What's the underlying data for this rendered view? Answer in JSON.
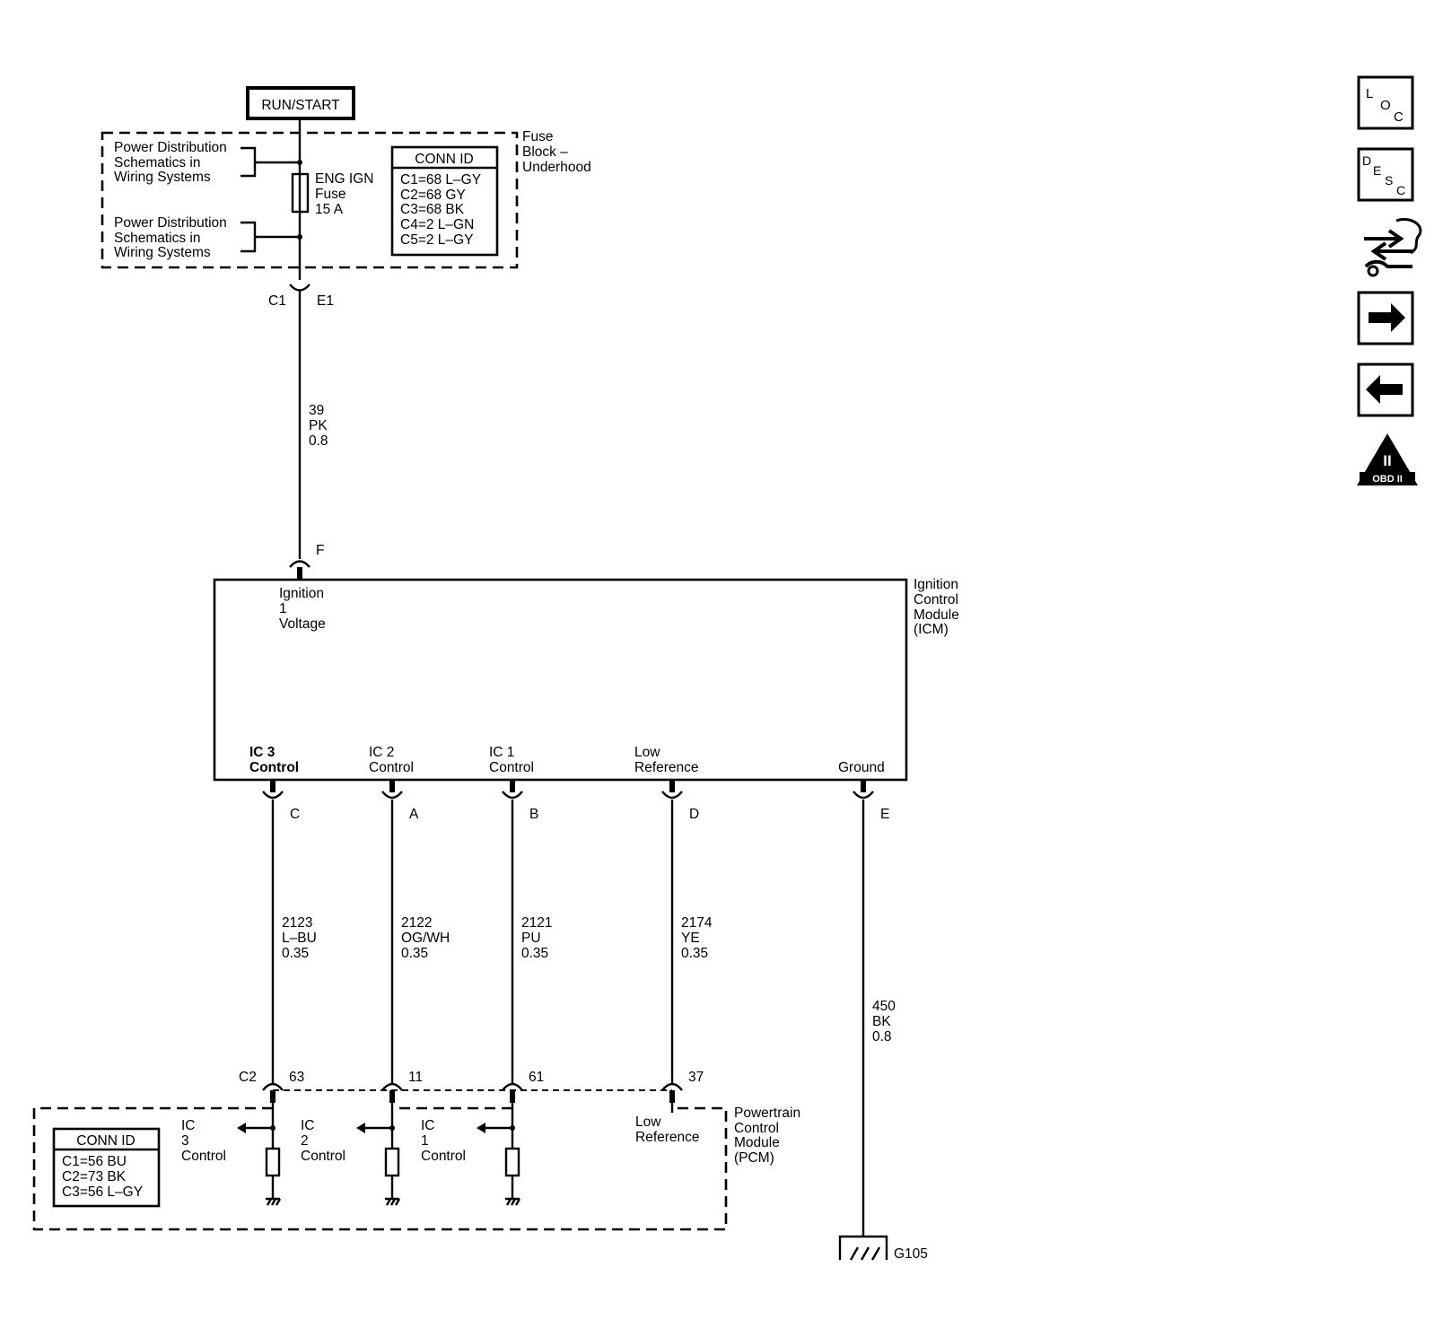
{
  "power": {
    "source": "RUN/START"
  },
  "fuse_block": {
    "label": [
      "Fuse",
      "Block –",
      "Underhood"
    ],
    "power_dist_1": [
      "Power Distribution",
      "Schematics in",
      "Wiring Systems"
    ],
    "power_dist_2": [
      "Power Distribution",
      "Schematics in",
      "Wiring Systems"
    ],
    "fuse": [
      "ENG IGN",
      "Fuse",
      "15 A"
    ],
    "conn_id": {
      "title": "CONN ID",
      "rows": [
        "C1=68 L–GY",
        "C2=68 GY",
        "C3=68 BK",
        "C4=2 L–GN",
        "C5=2 L–GY"
      ]
    },
    "connector": {
      "left": "C1",
      "right": "E1"
    }
  },
  "wire_top": {
    "circuit": "39",
    "color": "PK",
    "gauge": "0.8"
  },
  "icm": {
    "label": [
      "Ignition",
      "Control",
      "Module",
      "(ICM)"
    ],
    "input_pin": "F",
    "input_label": [
      "Ignition",
      "1",
      "Voltage"
    ],
    "outputs": [
      {
        "label": [
          "IC 3",
          "Control"
        ],
        "pin": "C",
        "circuit": "2123",
        "color": "L–BU",
        "gauge": "0.35",
        "pcm_pin": "63"
      },
      {
        "label": [
          "IC 2",
          "Control"
        ],
        "pin": "A",
        "circuit": "2122",
        "color": "OG/WH",
        "gauge": "0.35",
        "pcm_pin": "11"
      },
      {
        "label": [
          "IC 1",
          "Control"
        ],
        "pin": "B",
        "circuit": "2121",
        "color": "PU",
        "gauge": "0.35",
        "pcm_pin": "61"
      },
      {
        "label": [
          "Low",
          "Reference"
        ],
        "pin": "D",
        "circuit": "2174",
        "color": "YE",
        "gauge": "0.35",
        "pcm_pin": "37"
      }
    ],
    "ground": {
      "label": "Ground",
      "pin": "E",
      "circuit": "450",
      "color": "BK",
      "gauge": "0.8",
      "ground_id": "G105"
    }
  },
  "pcm": {
    "label": [
      "Powertrain",
      "Control",
      "Module",
      "(PCM)"
    ],
    "connector": "C2",
    "conn_id": {
      "title": "CONN ID",
      "rows": [
        "C1=56 BU",
        "C2=73 BK",
        "C3=56 L–GY"
      ]
    },
    "drivers": [
      [
        "IC",
        "3",
        "Control"
      ],
      [
        "IC",
        "2",
        "Control"
      ],
      [
        "IC",
        "1",
        "Control"
      ]
    ],
    "low_ref": [
      "Low",
      "Reference"
    ]
  },
  "side_icons": {
    "loc": [
      "L",
      "O",
      "C"
    ],
    "desc": [
      "D",
      "E",
      "S",
      "C"
    ],
    "obd": {
      "numeral": "II",
      "label": "OBD II"
    }
  }
}
